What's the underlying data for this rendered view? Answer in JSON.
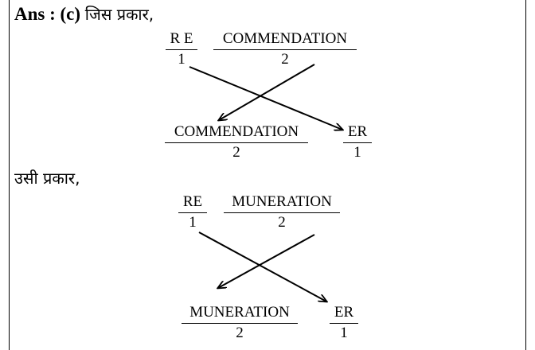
{
  "block1": {
    "answer_label": "Ans : (c)",
    "intro_text": "जिस प्रकार,",
    "top_left": {
      "word": "R E",
      "num": "1"
    },
    "top_right": {
      "word": "COMMENDATION",
      "num": "2"
    },
    "bottom_left": {
      "word": "COMMENDATION",
      "num": "2"
    },
    "bottom_right": {
      "word": "ER",
      "num": "1"
    }
  },
  "block2": {
    "intro_text": "उसी प्रकार,",
    "top_left": {
      "word": "RE",
      "num": "1"
    },
    "top_right": {
      "word": "MUNERATION",
      "num": "2"
    },
    "bottom_left": {
      "word": "MUNERATION",
      "num": "2"
    },
    "bottom_right": {
      "word": "ER",
      "num": "1"
    }
  }
}
